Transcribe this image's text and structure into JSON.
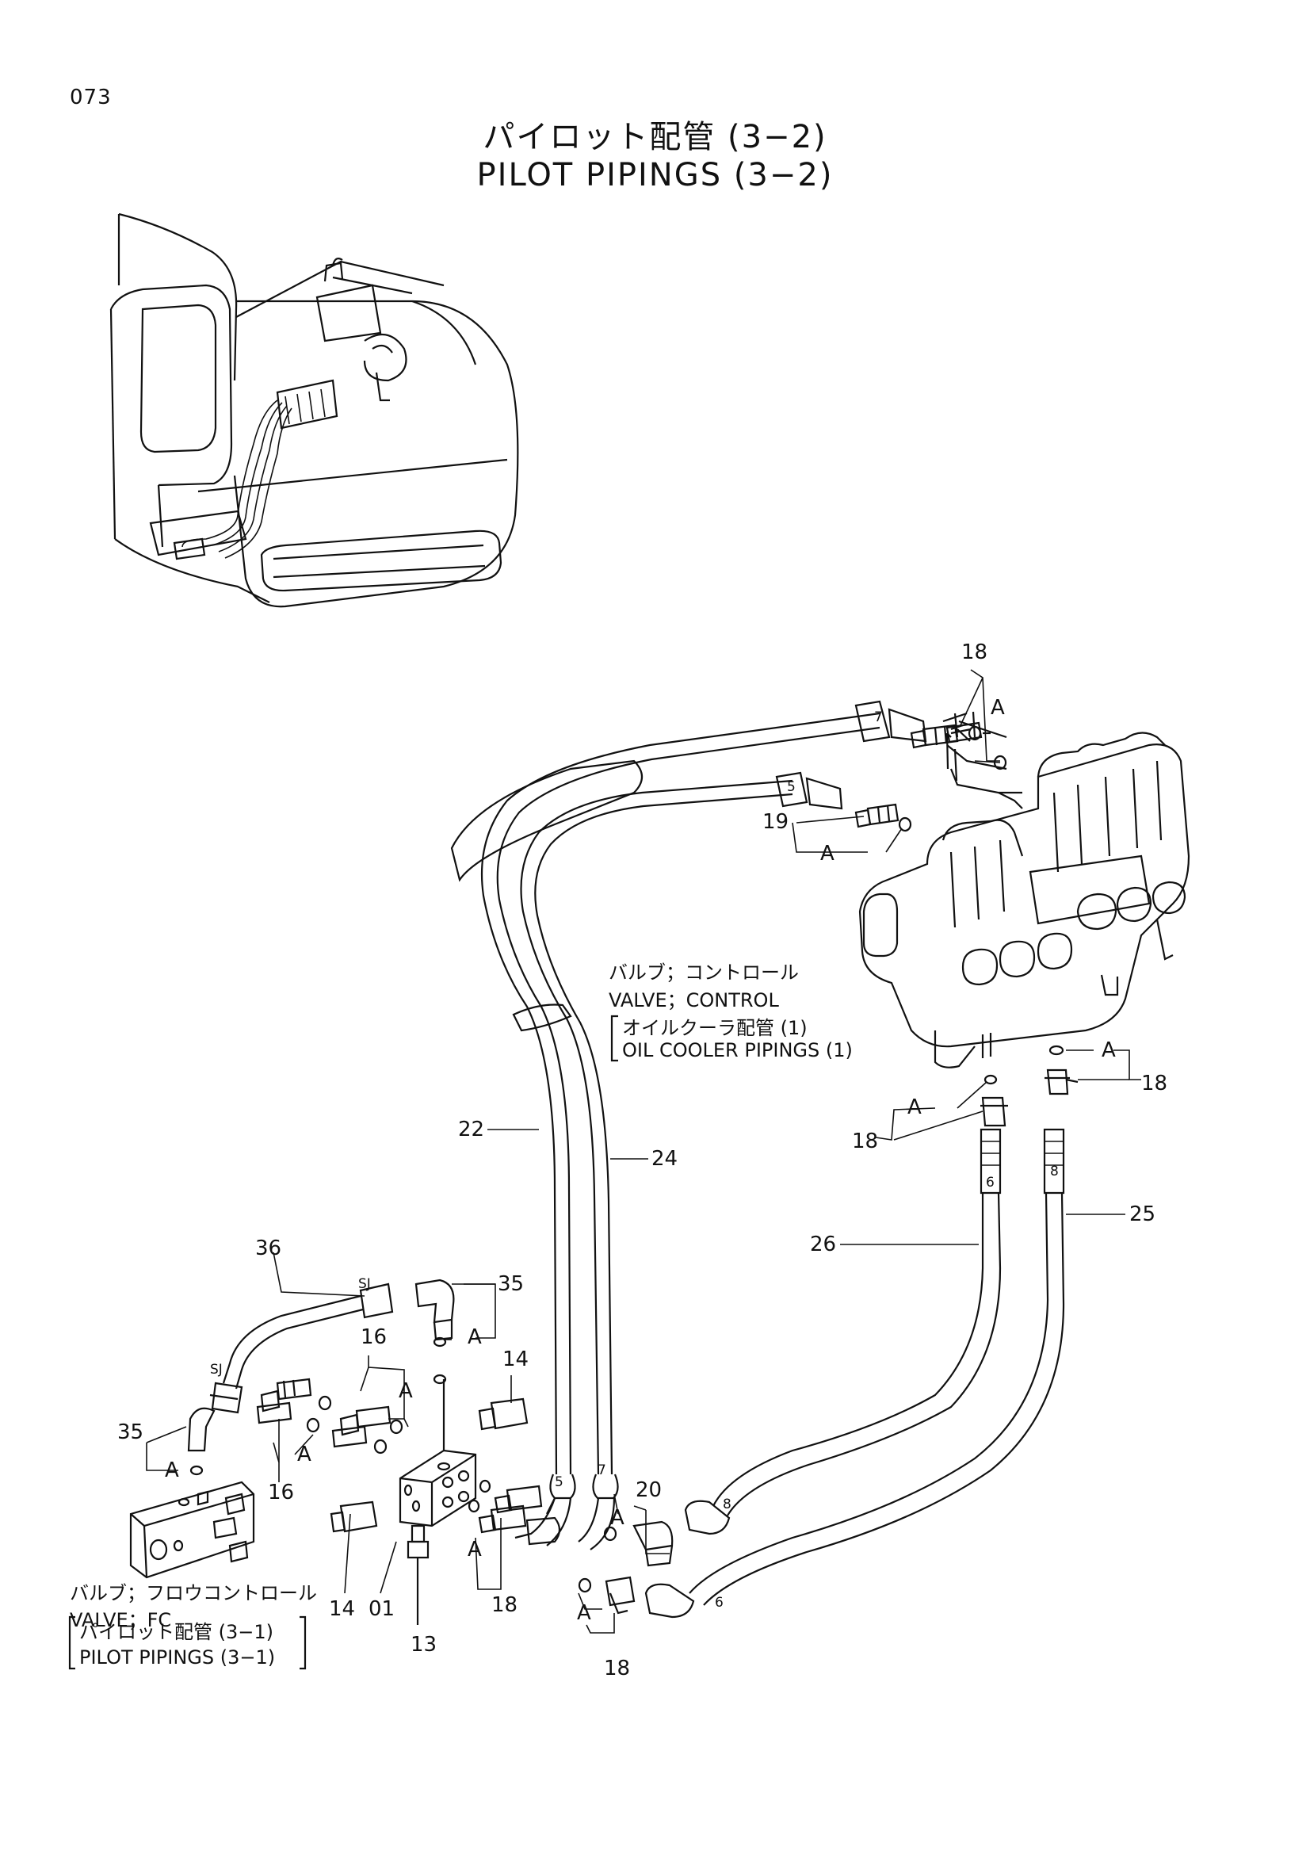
{
  "page_number": "073",
  "title_jp": "パイロット配管  (3−2)",
  "title_en": "PILOT  PIPINGS (3−2)",
  "labels": {
    "control_valve_jp": "バルブ；コントロール",
    "control_valve_en": "VALVE；CONTROL",
    "oil_cooler_jp": "オイルクーラ配管 (1)",
    "oil_cooler_en": "OIL  COOLER  PIPINGS (1)",
    "fc_valve_jp": "バルブ；フロウコントロール",
    "fc_valve_en": "VALVE；FC",
    "pilot31_jp": "パイロット配管 (3−1)",
    "pilot31_en": "PILOT  PIPINGS (3−1)"
  },
  "callouts": {
    "n18a": "18",
    "A1": "A",
    "n19": "19",
    "A2": "A",
    "A3": "A",
    "n18b": "18",
    "A4": "A",
    "n18c": "18",
    "n22": "22",
    "n24": "24",
    "n26": "26",
    "n25": "25",
    "n36": "36",
    "n35a": "35",
    "A5": "A",
    "n16a": "16",
    "A6": "A",
    "n14a": "14",
    "n35b": "35",
    "A7": "A",
    "A8": "A",
    "n16b": "16",
    "n20": "20",
    "A9": "A",
    "A10": "A",
    "n18d": "18",
    "A11": "A",
    "n18e": "18",
    "n14b": "14",
    "n01": "01",
    "n13": "13",
    "h7a": "7",
    "h5a": "5",
    "h6a": "6",
    "h8a": "8",
    "h5b": "5",
    "h7b": "7",
    "h8b": "8",
    "h6b": "6",
    "sj1": "SJ",
    "sj2": "SJ"
  }
}
